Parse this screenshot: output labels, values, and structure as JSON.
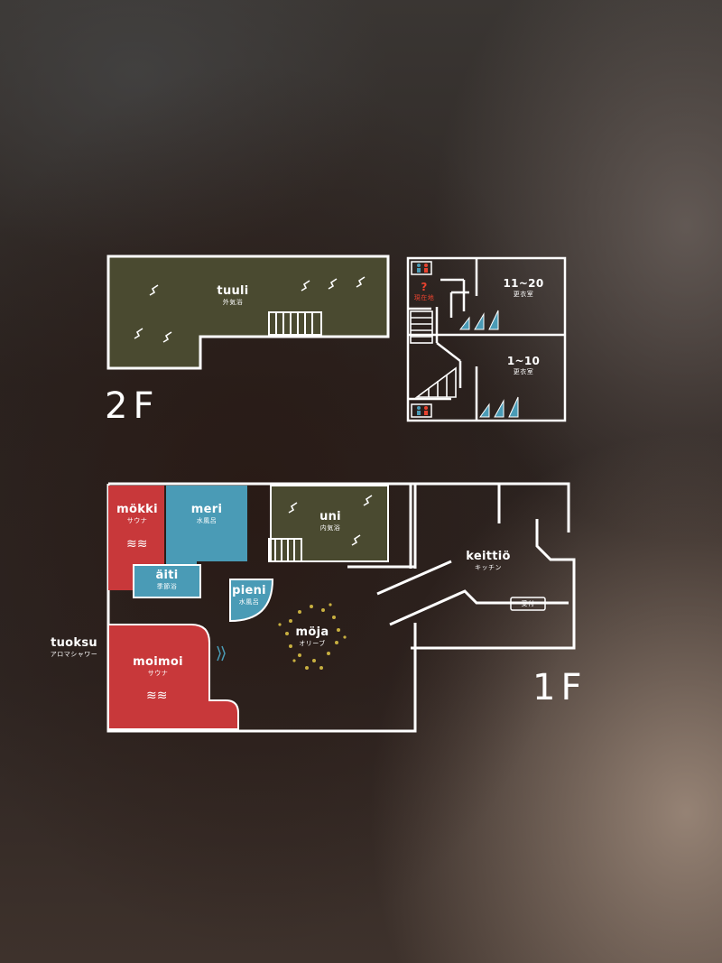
{
  "floors": {
    "second": "2F",
    "first": "1F"
  },
  "rooms": {
    "tuuli": {
      "name": "tuuli",
      "jp": "外気浴"
    },
    "locker_upper": {
      "name": "11~20",
      "jp": "更衣室"
    },
    "locker_lower": {
      "name": "1~10",
      "jp": "更衣室"
    },
    "current_location": {
      "marker": "?",
      "jp": "現在地"
    },
    "mokki": {
      "name": "mökki",
      "jp": "サウナ",
      "icon": "≋≋"
    },
    "meri": {
      "name": "meri",
      "jp": "水風呂"
    },
    "uni": {
      "name": "uni",
      "jp": "内気浴"
    },
    "aiti": {
      "name": "äiti",
      "jp": "季節浴"
    },
    "pieni": {
      "name": "pieni",
      "jp": "水風呂"
    },
    "moja": {
      "name": "möja",
      "jp": "オリーブ"
    },
    "keittio": {
      "name": "keittiö",
      "jp": "キッチン"
    },
    "reception": {
      "jp": "受付"
    },
    "tuoksu": {
      "name": "tuoksu",
      "jp": "アロマシャワー"
    },
    "moimoi": {
      "name": "moimoi",
      "jp": "サウナ",
      "icon": "≋≋"
    }
  },
  "colors": {
    "olive": "#4a4a30",
    "red": "#c8383a",
    "blue": "#4a9bb6",
    "line": "#ffffff"
  }
}
